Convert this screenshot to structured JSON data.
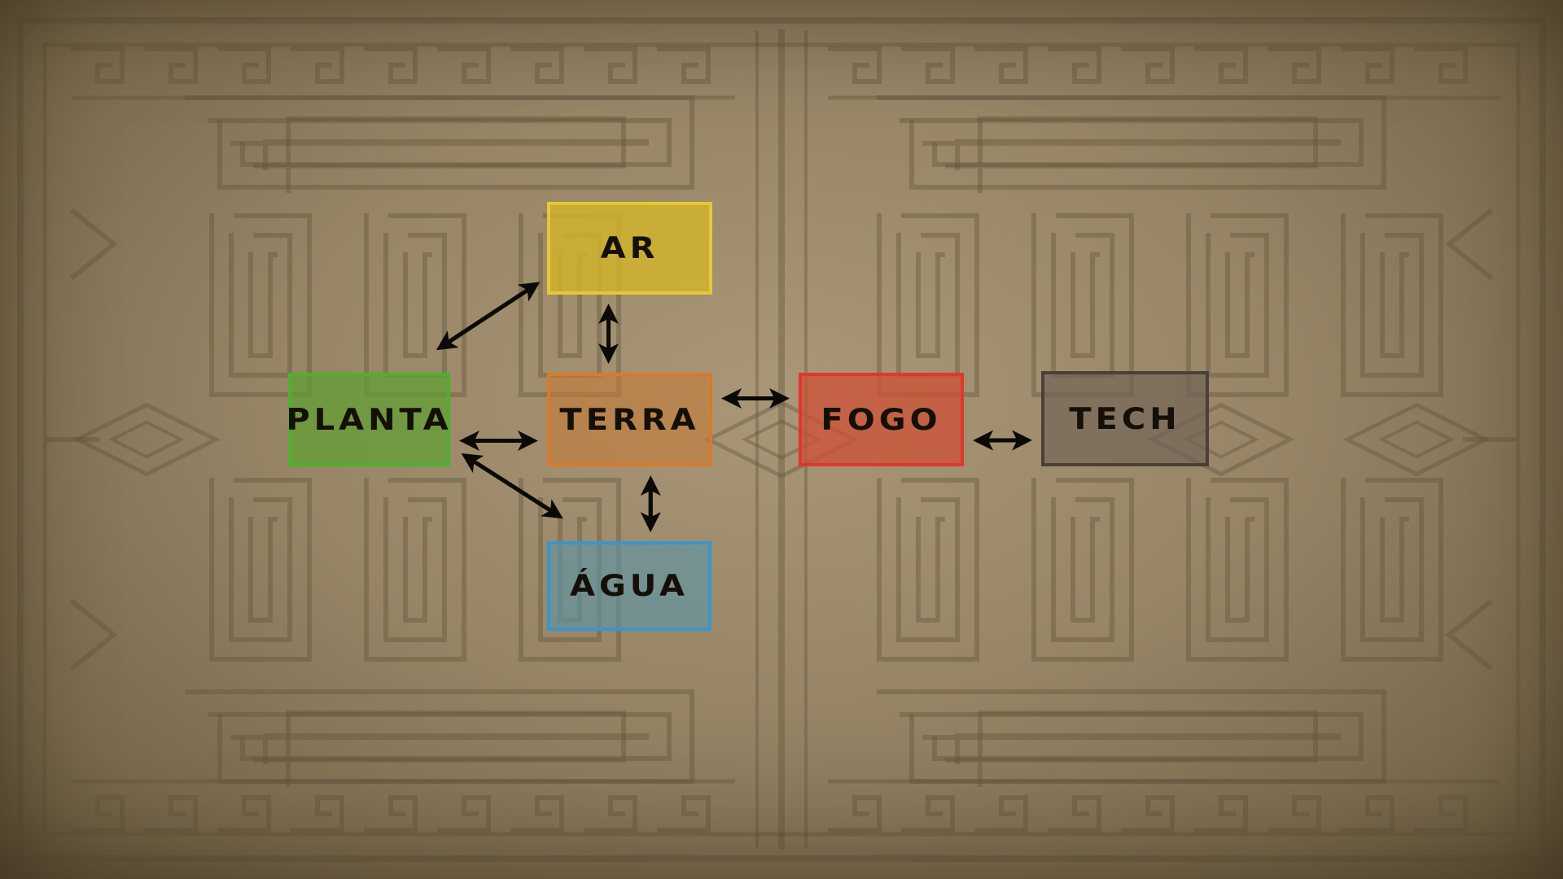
{
  "elements": {
    "ar": {
      "label": "AR",
      "color": "#e6c835",
      "fill": "rgba(214,182,40,0.78)"
    },
    "planta": {
      "label": "PLANTA",
      "color": "#4fb02d",
      "fill": "rgba(96,160,50,0.72)"
    },
    "terra": {
      "label": "TERRA",
      "color": "#d87a2c",
      "fill": "rgba(200,120,50,0.55)"
    },
    "fogo": {
      "label": "FOGO",
      "color": "#e2362c",
      "fill": "rgba(205,80,55,0.75)"
    },
    "tech": {
      "label": "TECH",
      "color": "#4a4038",
      "fill": "rgba(110,95,85,0.62)"
    },
    "agua": {
      "label": "ÁGUA",
      "color": "#3a95cc",
      "fill": "rgba(90,150,170,0.60)"
    }
  },
  "relations": [
    {
      "from": "ar",
      "to": "terra"
    },
    {
      "from": "terra",
      "to": "ar"
    },
    {
      "from": "ar",
      "to": "planta"
    },
    {
      "from": "planta",
      "to": "ar"
    },
    {
      "from": "planta",
      "to": "terra"
    },
    {
      "from": "terra",
      "to": "planta"
    },
    {
      "from": "terra",
      "to": "agua"
    },
    {
      "from": "agua",
      "to": "terra"
    },
    {
      "from": "planta",
      "to": "agua"
    },
    {
      "from": "agua",
      "to": "planta"
    },
    {
      "from": "terra",
      "to": "fogo"
    },
    {
      "from": "fogo",
      "to": "terra"
    },
    {
      "from": "fogo",
      "to": "tech"
    },
    {
      "from": "tech",
      "to": "fogo"
    }
  ],
  "theme": {
    "background": "#978566",
    "pattern_color": "#5e523b",
    "arrow_color": "#0c0a06"
  }
}
